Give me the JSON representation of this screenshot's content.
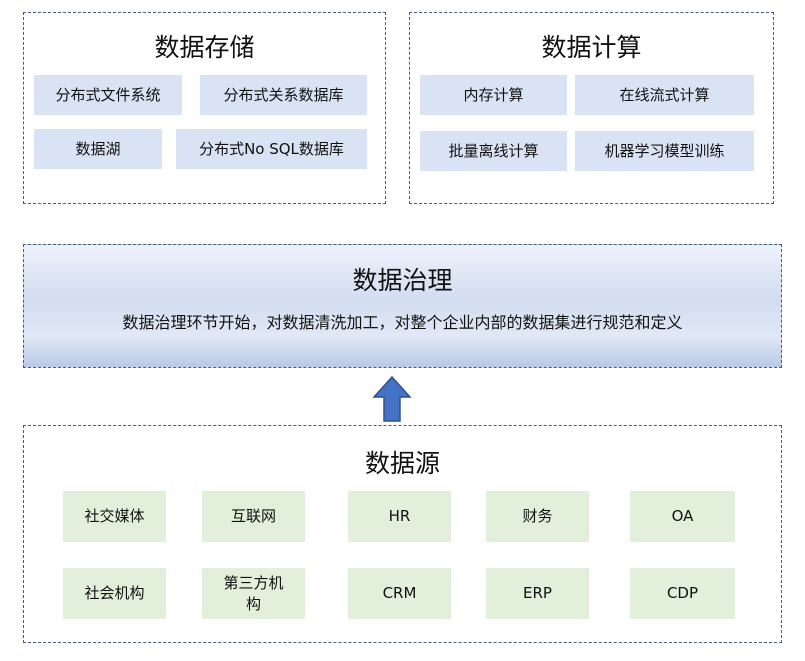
{
  "storage": {
    "title": "数据存储",
    "items": [
      "分布式文件系统",
      "分布式关系数据库",
      "数据湖",
      "分布式No SQL数据库"
    ]
  },
  "compute": {
    "title": "数据计算",
    "items": [
      "内存计算",
      "在线流式计算",
      "批量离线计算",
      "机器学习模型训练"
    ]
  },
  "governance": {
    "title": "数据治理",
    "description": "数据治理环节开始，对数据清洗加工，对整个企业内部的数据集进行规范和定义"
  },
  "sources": {
    "title": "数据源",
    "items": [
      "社交媒体",
      "互联网",
      "HR",
      "财务",
      "OA",
      "社会机构",
      "第三方机构",
      "CRM",
      "ERP",
      "CDP"
    ]
  },
  "colors": {
    "border": "#4a5a78",
    "storage_chip": "#dae3f3",
    "source_chip": "#e2efda",
    "arrow_fill": "#4472c4",
    "arrow_stroke": "#2f528f"
  },
  "icons": {
    "flow_arrow": "up-arrow-icon"
  }
}
